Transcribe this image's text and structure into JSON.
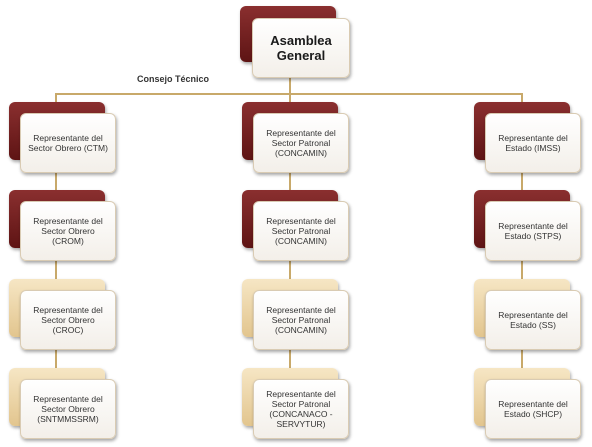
{
  "root": {
    "text": "Asamblea\nGeneral"
  },
  "council_label": "Consejo Técnico",
  "colors": {
    "dark": "#6e1f1f",
    "tan": "#e8cf9b",
    "connector": "#c8a96a"
  },
  "columns": [
    {
      "nodes": [
        {
          "text": "Representante del\nSector Obrero (CTM)",
          "back": "dark"
        },
        {
          "text": "Representante del\nSector Obrero\n(CROM)",
          "back": "dark"
        },
        {
          "text": "Representante del\nSector Obrero\n(CROC)",
          "back": "tan"
        },
        {
          "text": "Representante del\nSector Obrero\n(SNTMMSSRM)",
          "back": "tan"
        }
      ]
    },
    {
      "nodes": [
        {
          "text": "Representante del\nSector Patronal\n(CONCAMIN)",
          "back": "dark"
        },
        {
          "text": "Representante del\nSector Patronal\n(CONCAMIN)",
          "back": "dark"
        },
        {
          "text": "Representante del\nSector Patronal\n(CONCAMIN)",
          "back": "tan"
        },
        {
          "text": "Representante del\nSector Patronal\n(CONCANACO -\nSERVYTUR)",
          "back": "tan"
        }
      ]
    },
    {
      "nodes": [
        {
          "text": "Representante del\nEstado (IMSS)",
          "back": "dark"
        },
        {
          "text": "Representante del\nEstado (STPS)",
          "back": "dark"
        },
        {
          "text": "Representante del\nEstado (SS)",
          "back": "tan"
        },
        {
          "text": "Representante del\nEstado (SHCP)",
          "back": "tan"
        }
      ]
    }
  ]
}
